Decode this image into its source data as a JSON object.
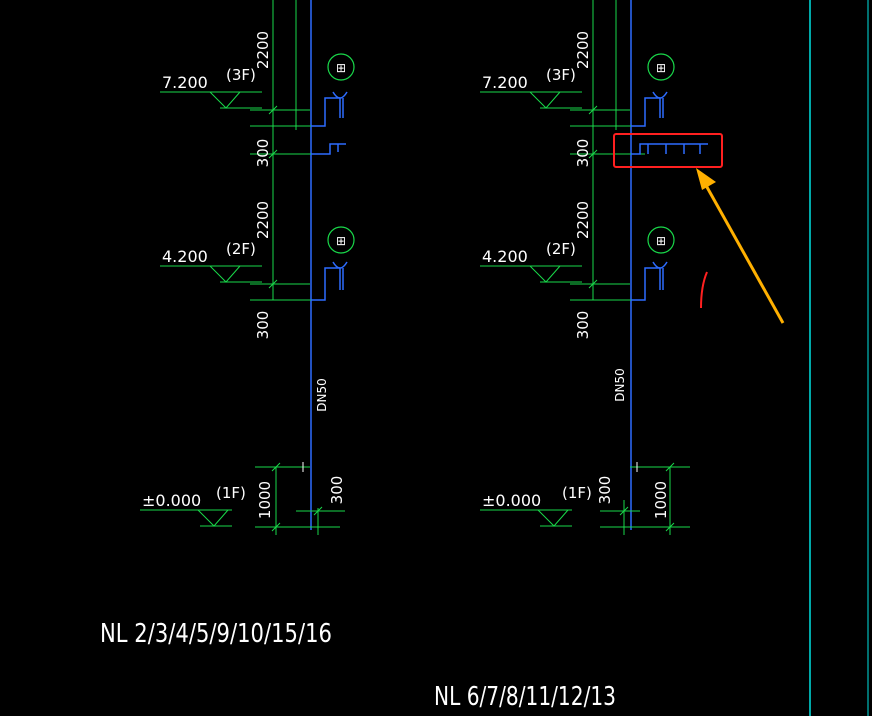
{
  "colors": {
    "background": "#000000",
    "text": "#ffffff",
    "dimension": "#19d94a",
    "pipe": "#2d6cff",
    "frame": "#00ffff",
    "highlight_box": "#ff2020",
    "arrow": "#ffb000"
  },
  "left_diagram": {
    "title": "NL 2/3/4/5/9/10/15/16",
    "levels": [
      {
        "elevation": "7.200",
        "floor": "(3F)"
      },
      {
        "elevation": "4.200",
        "floor": "(2F)"
      },
      {
        "elevation": "±0.000",
        "floor": "(1F)"
      }
    ],
    "dims": {
      "upper_height": "2200",
      "gap_upper": "300",
      "mid_height": "2200",
      "gap_lower": "300",
      "base_height": "1000",
      "base_offset": "300"
    },
    "pipe_size": "DN50",
    "fixture_icon": "faucet-icon"
  },
  "right_diagram": {
    "title": "NL 6/7/8/11/12/13",
    "levels": [
      {
        "elevation": "7.200",
        "floor": "(3F)"
      },
      {
        "elevation": "4.200",
        "floor": "(2F)"
      },
      {
        "elevation": "±0.000",
        "floor": "(1F)"
      }
    ],
    "dims": {
      "upper_height": "2200",
      "gap_upper": "300",
      "mid_height": "2200",
      "gap_lower": "300",
      "base_height": "1000",
      "base_offset": "300"
    },
    "pipe_size": "DN50",
    "fixture_icon": "faucet-icon"
  }
}
